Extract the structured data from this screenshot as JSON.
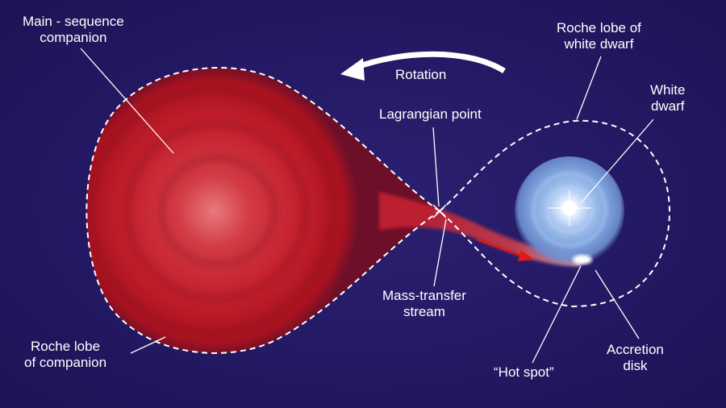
{
  "labels": {
    "main_sequence": [
      "Main - sequence",
      "companion"
    ],
    "roche_lobe_wd": [
      "Roche lobe of",
      "white dwarf"
    ],
    "rotation": "Rotation",
    "white_dwarf": [
      "White",
      "dwarf"
    ],
    "lagrangian_point": "Lagrangian point",
    "mass_transfer": [
      "Mass-transfer",
      "stream"
    ],
    "roche_lobe_companion": [
      "Roche lobe",
      "of companion"
    ],
    "accretion_disk": [
      "Accretion",
      "disk"
    ],
    "hot_spot": "“Hot spot”"
  },
  "colors": {
    "background": "#241a63",
    "companion": "#c8202c",
    "companion_core": "#e8767a",
    "stream_arrow": "#e01818",
    "dash": "#ffffff",
    "disk": "#8fb4e8",
    "white_dwarf_core": "#ffffff"
  }
}
